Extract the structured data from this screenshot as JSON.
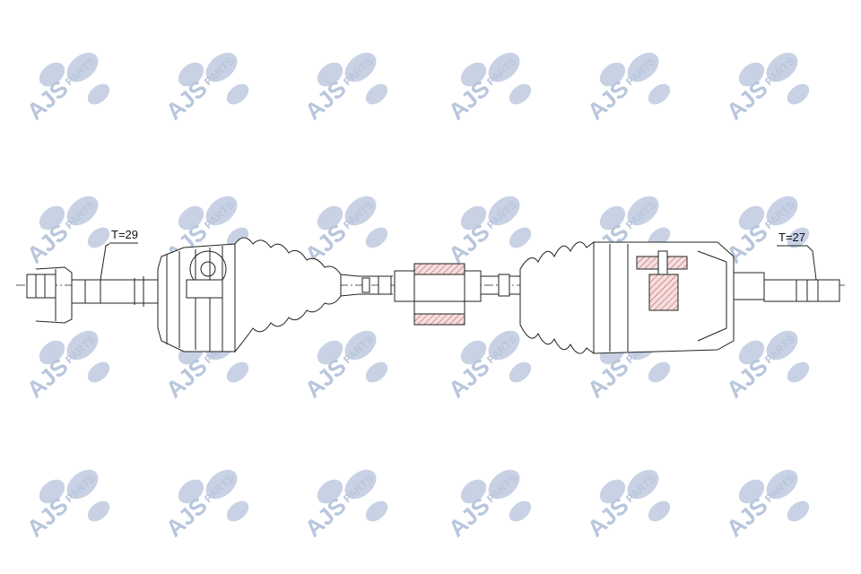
{
  "diagram": {
    "watermark": {
      "brand": "AJS",
      "sub": "PARTS"
    },
    "labels": {
      "left_spline": "T=29",
      "right_spline": "T=27"
    },
    "colors": {
      "line": "#222222",
      "section_fill": "#f3dede",
      "section_hatch": "#c44848",
      "bearing_fill": "#f4d7d7",
      "watermark": "#b9c6dc"
    }
  }
}
